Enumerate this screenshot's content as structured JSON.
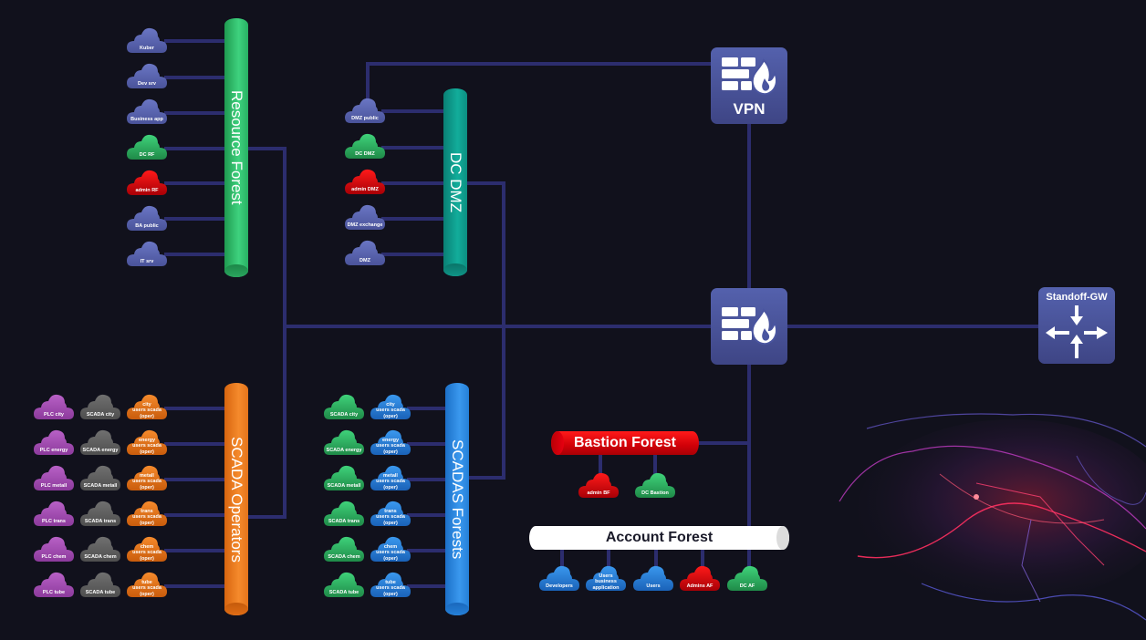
{
  "colors": {
    "background": "#11111c",
    "wire": "#2c2d6e",
    "device": "#4a55a0",
    "cloud_blue": "#5560a8",
    "cloud_green": "#2aa558",
    "cloud_red": "#d10000",
    "cloud_purple": "#a24db0",
    "cloud_gray": "#5d5d5d",
    "cloud_orange": "#e06a12",
    "cloud_brightblue": "#2277d6"
  },
  "devices": {
    "vpn": {
      "label": "VPN",
      "icon": "firewall-icon"
    },
    "core_firewall": {
      "label": "",
      "icon": "firewall-icon"
    },
    "standoff_gw": {
      "label": "Standoff-GW",
      "icon": "router-arrows-icon"
    }
  },
  "forests": {
    "resource": {
      "label": "Resource Forest",
      "color": "#2dbb66"
    },
    "dc_dmz": {
      "label": "DC DMZ",
      "color": "#0d9a8a"
    },
    "scada_operators": {
      "label": "SCADA Operators",
      "color": "#e87620"
    },
    "scadas": {
      "label": "SCADAS Forests",
      "color": "#2a85e0"
    },
    "bastion": {
      "label": "Bastion Forest",
      "color": "#e00008"
    },
    "account": {
      "label": "Account Forest",
      "color": "#ffffff"
    }
  },
  "resource_clouds": [
    {
      "label": "Kuber",
      "color": "blue"
    },
    {
      "label": "Dev srv",
      "color": "blue"
    },
    {
      "label": "Business app",
      "color": "blue"
    },
    {
      "label": "DC RF",
      "color": "green"
    },
    {
      "label": "admin RF",
      "color": "red"
    },
    {
      "label": "BA public",
      "color": "blue"
    },
    {
      "label": "IT srv",
      "color": "blue"
    }
  ],
  "dmz_clouds": [
    {
      "label": "DMZ public",
      "color": "blue"
    },
    {
      "label": "DC DMZ",
      "color": "green"
    },
    {
      "label": "admin DMZ",
      "color": "red"
    },
    {
      "label": "DMZ exchange",
      "color": "blue"
    },
    {
      "label": "DMZ",
      "color": "blue"
    }
  ],
  "scada_operators_rows": [
    {
      "plc": "PLC city",
      "scada": "SCADA city",
      "users": "city\nusers scada\n(oper)"
    },
    {
      "plc": "PLC energy",
      "scada": "SCADA energy",
      "users": "energy\nusers scada\n(oper)"
    },
    {
      "plc": "PLC metall",
      "scada": "SCADA metall",
      "users": "metall\nusers scada\n(oper)"
    },
    {
      "plc": "PLC trans",
      "scada": "SCADA trans",
      "users": "trans\nusers scada\n(oper)"
    },
    {
      "plc": "PLC chem",
      "scada": "SCADA chem",
      "users": "chem\nusers scada\n(oper)"
    },
    {
      "plc": "PLC tube",
      "scada": "SCADA tube",
      "users": "tube\nusers scada\n(oper)"
    }
  ],
  "scadas_rows": [
    {
      "scada": "SCADA city",
      "users": "city\nusers scada\n(oper)"
    },
    {
      "scada": "SCADA energy",
      "users": "energy\nusers scada\n(oper)"
    },
    {
      "scada": "SCADA metall",
      "users": "metall\nusers scada\n(oper)"
    },
    {
      "scada": "SCADA trans",
      "users": "trans\nusers scada\n(oper)"
    },
    {
      "scada": "SCADA chem",
      "users": "chem\nusers scada\n(oper)"
    },
    {
      "scada": "SCADA tube",
      "users": "tube\nusers scada\n(oper)"
    }
  ],
  "bastion_clouds": [
    {
      "label": "admin BF",
      "color": "red"
    },
    {
      "label": "DC Bastion",
      "color": "green"
    }
  ],
  "account_clouds": [
    {
      "label": "Developers",
      "color": "brightblue"
    },
    {
      "label": "Users\nbusiness\napplication",
      "color": "brightblue"
    },
    {
      "label": "Users",
      "color": "brightblue"
    },
    {
      "label": "Admins AF",
      "color": "red"
    },
    {
      "label": "DC AF",
      "color": "green"
    }
  ]
}
